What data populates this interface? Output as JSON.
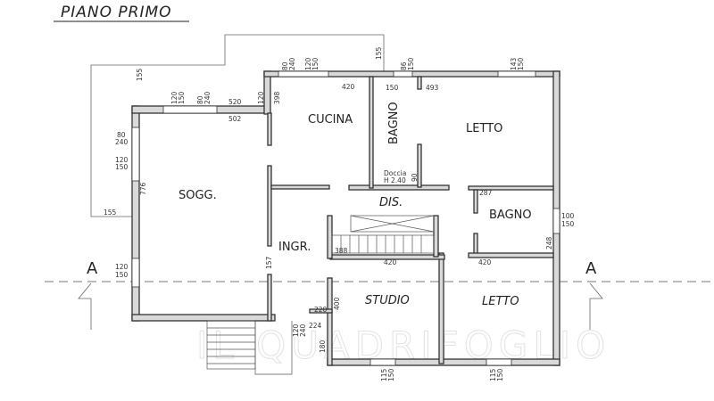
{
  "title": "PIANO PRIMO",
  "section_marker": "A",
  "watermark": "IL QUADRIFOGLIO",
  "rooms": {
    "cucina": "CUCINA",
    "bagno1": "BAGNO",
    "letto1": "LETTO",
    "dis": "DIS.",
    "sogg": "SOGG.",
    "bagno2": "BAGNO",
    "ingr": "INGR.",
    "studio": "STUDIO",
    "letto2": "LETTO"
  },
  "shower": {
    "line1": "Doccia",
    "line2": "H 2.40",
    "width": "90"
  },
  "dims": {
    "terrace_left_v": "155",
    "terrace_bottom": "155",
    "terrace_right_v": "155",
    "sogg_win1_a": "120",
    "sogg_win1_b": "150",
    "sogg_win2_a": "80",
    "sogg_win2_b": "240",
    "sogg_top_ext": "520",
    "sogg_top_int": "502",
    "step_120": "120",
    "left_win1_a": "80",
    "left_win1_b": "240",
    "left_win2_a": "120",
    "left_win2_b": "150",
    "sogg_depth": "776",
    "left_win3_a": "120",
    "left_win3_b": "150",
    "cuc_win1_a": "80",
    "cuc_win1_b": "240",
    "cuc_win2_a": "120",
    "cuc_win2_b": "150",
    "cuc_depth": "398",
    "cuc_width": "420",
    "bagno_win_a": "86",
    "bagno_win_b": "150",
    "bagno_width": "150",
    "letto1_width": "493",
    "letto1_win_a": "143",
    "letto1_win_b": "150",
    "bagno2_width": "287",
    "bagno2_depth": "248",
    "bagno2_win_a": "100",
    "bagno2_win_b": "150",
    "stair_388": "388",
    "studio_width": "420",
    "letto2_width": "420",
    "ingr_157": "157",
    "studio_depth": "400",
    "door_220": "220",
    "door_224": "224",
    "ent_a": "120",
    "ent_b": "240",
    "ent_180": "180",
    "studio_win_a": "115",
    "studio_win_b": "150",
    "letto2_win_a": "115",
    "letto2_win_b": "150"
  }
}
